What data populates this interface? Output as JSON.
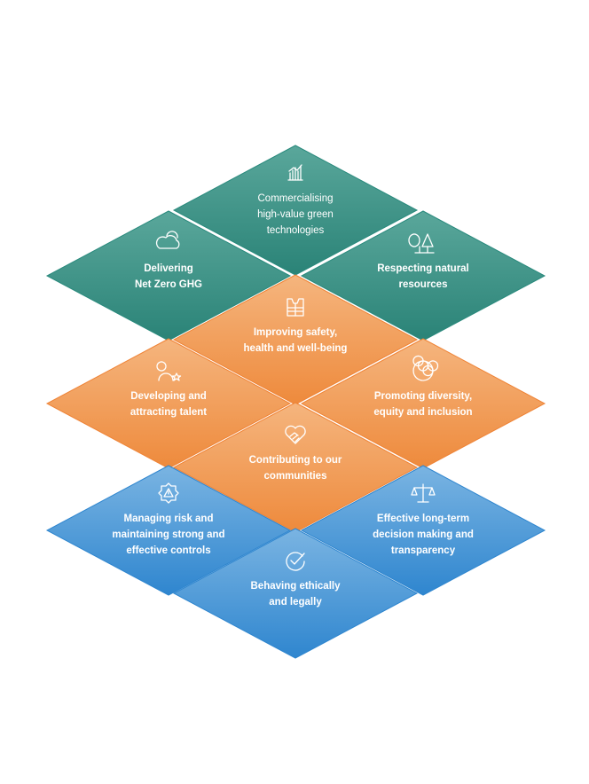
{
  "colors": {
    "green_light": "#5aa79b",
    "green_dark": "#2a8377",
    "orange_light": "#f5b57e",
    "orange_dark": "#ee8a3c",
    "blue_light": "#7ab4e2",
    "blue_dark": "#2f86cf"
  },
  "tiles": [
    {
      "id": "commercialising",
      "group": "environment",
      "icon": "bar-chart-icon",
      "lines": [
        "Commercialising",
        "high-value green",
        "technologies"
      ],
      "bold": false
    },
    {
      "id": "net-zero",
      "group": "environment",
      "icon": "cloud-icon",
      "lines": [
        "Delivering",
        "Net Zero GHG"
      ],
      "bold": true
    },
    {
      "id": "natural-resources",
      "group": "environment",
      "icon": "trees-icon",
      "lines": [
        "Respecting natural",
        "resources"
      ],
      "bold": true
    },
    {
      "id": "safety",
      "group": "social",
      "icon": "safety-vest-icon",
      "lines": [
        "Improving safety,",
        "health and well-being"
      ],
      "bold": true
    },
    {
      "id": "talent",
      "group": "social",
      "icon": "person-star-icon",
      "lines": [
        "Developing and",
        "attracting talent"
      ],
      "bold": true
    },
    {
      "id": "diversity",
      "group": "social",
      "icon": "circles-icon",
      "lines": [
        "Promoting diversity,",
        "equity and inclusion"
      ],
      "bold": true
    },
    {
      "id": "communities",
      "group": "social",
      "icon": "heart-hands-icon",
      "lines": [
        "Contributing to our",
        "communities"
      ],
      "bold": true
    },
    {
      "id": "risk",
      "group": "governance",
      "icon": "gear-warning-icon",
      "lines": [
        "Managing risk and",
        "maintaining strong and",
        "effective controls"
      ],
      "bold": true
    },
    {
      "id": "decision-making",
      "group": "governance",
      "icon": "scales-icon",
      "lines": [
        "Effective long-term",
        "decision making and",
        "transparency"
      ],
      "bold": true
    },
    {
      "id": "ethics",
      "group": "governance",
      "icon": "check-circle-icon",
      "lines": [
        "Behaving ethically",
        "and legally"
      ],
      "bold": true
    }
  ]
}
